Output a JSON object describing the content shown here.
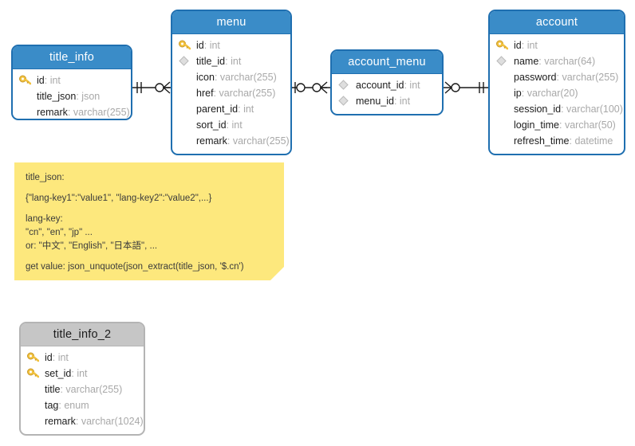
{
  "diagram": {
    "title": "database-er-diagram",
    "colors": {
      "header_blue": "#3a8cc8",
      "border_blue": "#1f6fb0",
      "header_grey": "#c6c6c6",
      "border_grey": "#b4b4b4",
      "note_yellow": "#fde87d",
      "key_gold": "#f2c23e",
      "fk_grey": "#c9c9c9",
      "field_name": "#1c1c1c",
      "field_type": "#a8a8a8",
      "line": "#1a1a1a"
    }
  },
  "entities": [
    {
      "id": "title_info",
      "name": "title_info",
      "style": "blue",
      "fields": [
        {
          "icon": "key-icon",
          "name": "id",
          "type": "int"
        },
        {
          "icon": "none",
          "name": "title_json",
          "type": "json"
        },
        {
          "icon": "none",
          "name": "remark",
          "type": "varchar(255)"
        }
      ]
    },
    {
      "id": "menu",
      "name": "menu",
      "style": "blue",
      "fields": [
        {
          "icon": "key-icon",
          "name": "id",
          "type": "int"
        },
        {
          "icon": "foreign-key-icon",
          "name": "title_id",
          "type": "int"
        },
        {
          "icon": "none",
          "name": "icon",
          "type": "varchar(255)"
        },
        {
          "icon": "none",
          "name": "href",
          "type": "varchar(255)"
        },
        {
          "icon": "none",
          "name": "parent_id",
          "type": "int"
        },
        {
          "icon": "none",
          "name": "sort_id",
          "type": "int"
        },
        {
          "icon": "none",
          "name": "remark",
          "type": "varchar(255)"
        }
      ]
    },
    {
      "id": "account_menu",
      "name": "account_menu",
      "style": "blue",
      "fields": [
        {
          "icon": "foreign-key-icon",
          "name": "account_id",
          "type": "int"
        },
        {
          "icon": "foreign-key-icon",
          "name": "menu_id",
          "type": "int"
        }
      ]
    },
    {
      "id": "account",
      "name": "account",
      "style": "blue",
      "fields": [
        {
          "icon": "key-icon",
          "name": "id",
          "type": "int"
        },
        {
          "icon": "foreign-key-icon",
          "name": "name",
          "type": "varchar(64)"
        },
        {
          "icon": "none",
          "name": "password",
          "type": "varchar(255)"
        },
        {
          "icon": "none",
          "name": "ip",
          "type": "varchar(20)"
        },
        {
          "icon": "none",
          "name": "session_id",
          "type": "varchar(100)"
        },
        {
          "icon": "none",
          "name": "login_time",
          "type": "varchar(50)"
        },
        {
          "icon": "none",
          "name": "refresh_time",
          "type": "datetime"
        }
      ]
    },
    {
      "id": "title_info_2",
      "name": "title_info_2",
      "style": "grey",
      "fields": [
        {
          "icon": "key-icon",
          "name": "id",
          "type": "int"
        },
        {
          "icon": "key-icon",
          "name": "set_id",
          "type": "int"
        },
        {
          "icon": "none",
          "name": "title",
          "type": "varchar(255)"
        },
        {
          "icon": "none",
          "name": "tag",
          "type": "enum"
        },
        {
          "icon": "none",
          "name": "remark",
          "type": "varchar(1024)"
        }
      ]
    }
  ],
  "relationships": [
    {
      "id": "rel-title_info-menu",
      "from": "title_info",
      "to": "menu",
      "from_cardinality": "one-mandatory",
      "to_cardinality": "zero-or-many"
    },
    {
      "id": "rel-menu-account_menu",
      "from": "menu",
      "to": "account_menu",
      "from_cardinality": "zero-or-one",
      "to_cardinality": "zero-or-many"
    },
    {
      "id": "rel-account_menu-account",
      "from": "account_menu",
      "to": "account",
      "from_cardinality": "zero-or-many",
      "to_cardinality": "one-mandatory"
    }
  ],
  "note": {
    "id": "note-title-json",
    "lines": [
      "title_json:",
      "{\"lang-key1\":\"value1\", \"lang-key2\":\"value2\",...}",
      "lang-key:",
      "\"cn\", \"en\", \"jp\" ...",
      "or: \"中文\", \"English\", \"日本語\", ...",
      "get value: json_unquote(json_extract(title_json, '$.cn')"
    ]
  }
}
